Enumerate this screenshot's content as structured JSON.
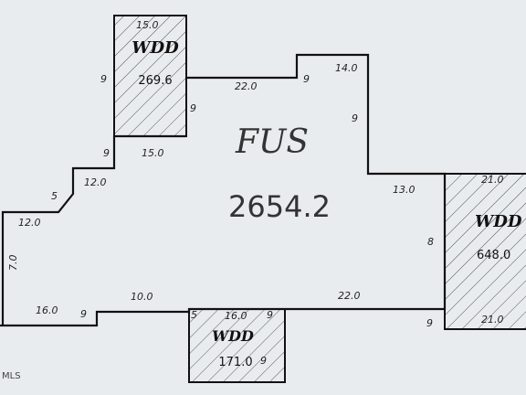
{
  "main_area": {
    "label": "FUS",
    "value": "2654.2"
  },
  "wdd_top": {
    "label": "WDD",
    "value": "269.6"
  },
  "wdd_right": {
    "label": "WDD",
    "value": "648.0"
  },
  "wdd_bottom": {
    "label": "WDD",
    "value": "171.0"
  },
  "dims": {
    "top_wdd_width": "15.0",
    "top_segment": "22.0",
    "notch_top": "14.0",
    "notch_side": "9",
    "step_15": "15.0",
    "step_12": "12.0",
    "step_9a": "9",
    "left_diag_9": "9",
    "left_diag_5": "5",
    "left_top": "12.0",
    "left_side": "7.0",
    "bottom_left": "16.0",
    "bottom_mid": "10.0",
    "bottom_wdd": "16.0",
    "bottom_right": "22.0",
    "right_step": "13.0",
    "right_side": "8",
    "right_wdd_top": "21.0",
    "right_wdd_bottom": "21.0",
    "small_9_b1": "9",
    "small_9_b2": "9",
    "small_5_b": "5",
    "small_9_r": "9",
    "wdd_top_side": "9",
    "wdd_top_left": "9",
    "wdd_bottom_side": "9"
  },
  "watermark": "MLS"
}
